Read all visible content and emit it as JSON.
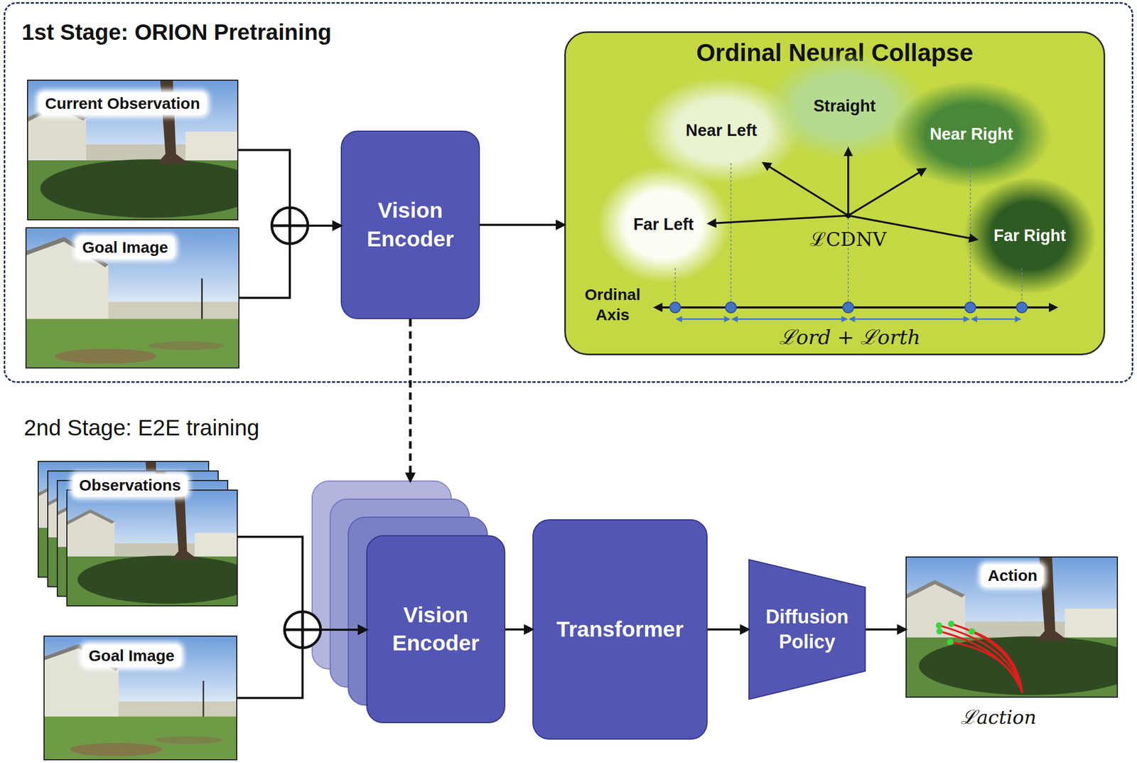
{
  "diagram": {
    "nodes": [
      {
        "text": [
          "1st Stage: ORION Pretraining"
        ]
      },
      {
        "text": [
          "Current Observation"
        ],
        "in": 0
      },
      {
        "text": [
          "Goal Image"
        ],
        "in": 0
      },
      {
        "text": [
          "Vision Encoder"
        ],
        "in": 0
      },
      {
        "text": [
          "Ordinal Neural Collapse"
        ],
        "in": 0
      },
      {
        "text": [
          "Near Left"
        ],
        "in": 4
      },
      {
        "text": [
          "Straight"
        ],
        "in": 4
      },
      {
        "text": [
          "Near Right"
        ],
        "in": 4
      },
      {
        "text": [
          "Far Left"
        ],
        "in": 4
      },
      {
        "text": [
          "Far Right"
        ],
        "in": 4
      },
      {
        "text": [
          "Observations"
        ]
      },
      {
        "text": [
          "Goal Image"
        ]
      },
      {
        "text": [
          "Vision Encoder"
        ]
      },
      {
        "text": [
          "Transformer"
        ]
      },
      {
        "text": [
          "Diffusion Policy"
        ]
      },
      {
        "text": [
          "Action"
        ]
      }
    ],
    "edges": [
      {
        "from": 1,
        "to": 3,
        "arrow": "to"
      },
      {
        "from": 2,
        "to": 3,
        "arrow": "to"
      },
      {
        "from": 3,
        "to": 4,
        "arrow": "to"
      },
      {
        "from": 3,
        "to": 12,
        "arrow": "to"
      },
      {
        "from": 10,
        "to": 12,
        "arrow": "to"
      },
      {
        "from": 11,
        "to": 12,
        "arrow": "to"
      },
      {
        "from": 12,
        "to": 13,
        "arrow": "to"
      },
      {
        "from": 13,
        "to": 14,
        "arrow": "to"
      },
      {
        "from": 14,
        "to": 15,
        "arrow": "to"
      }
    ],
    "labels": [
      "Ordinal Axis",
      "ℒCDNV",
      "ℒord + ℒorth",
      "2nd Stage: E2E training",
      "ℒaction"
    ]
  }
}
